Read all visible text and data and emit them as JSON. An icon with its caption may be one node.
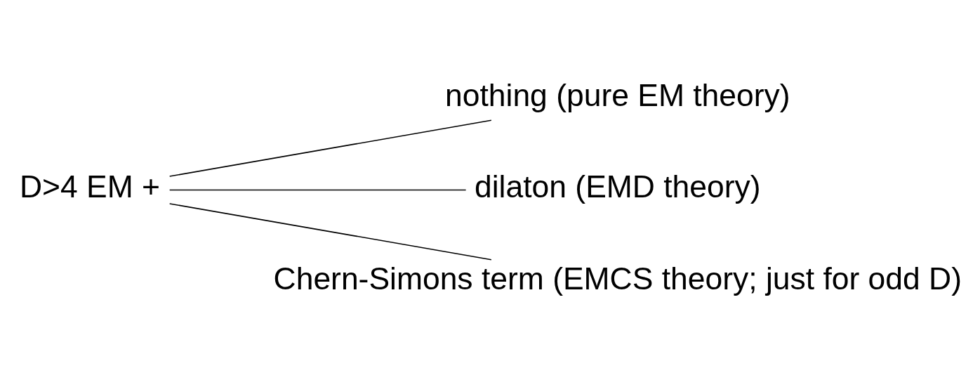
{
  "diagram": {
    "nodes": [
      {
        "text": [
          "D>4 EM +"
        ]
      },
      {
        "text": [
          "nothing (pure EM theory)"
        ]
      },
      {
        "text": [
          "dilaton (EMD theory)"
        ]
      },
      {
        "text": [
          "Chern-Simons term (EMCS theory; just for odd D)"
        ]
      }
    ],
    "edges": [
      {
        "from": 0,
        "to": 1,
        "arrow": "none"
      },
      {
        "from": 0,
        "to": 2,
        "arrow": "none"
      },
      {
        "from": 0,
        "to": 3,
        "arrow": "none"
      }
    ]
  }
}
